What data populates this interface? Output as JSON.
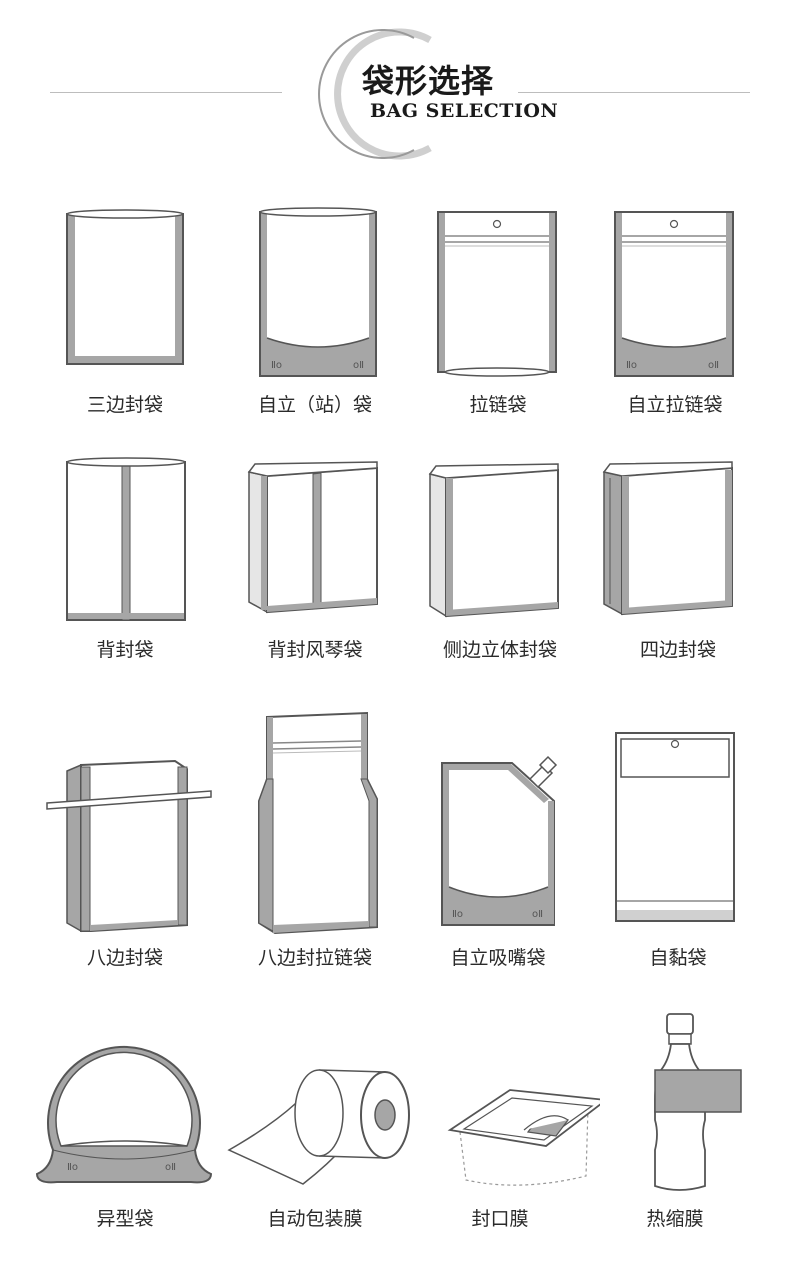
{
  "header": {
    "title_zh": "袋形选择",
    "title_en": "BAG SELECTION"
  },
  "colors": {
    "outline": "#555555",
    "seal": "#a6a6a6",
    "rule": "#bdbdbd"
  },
  "items": [
    {
      "label": "三边封袋",
      "icon": "three-side-seal-bag-icon"
    },
    {
      "label": "自立（站）袋",
      "icon": "stand-up-pouch-icon"
    },
    {
      "label": "拉链袋",
      "icon": "zipper-bag-icon"
    },
    {
      "label": "自立拉链袋",
      "icon": "stand-up-zipper-bag-icon"
    },
    {
      "label": "背封袋",
      "icon": "back-seal-bag-icon"
    },
    {
      "label": "背封风琴袋",
      "icon": "back-seal-gusset-bag-icon"
    },
    {
      "label": "侧边立体封袋",
      "icon": "side-gusset-bag-icon"
    },
    {
      "label": "四边封袋",
      "icon": "four-side-seal-bag-icon"
    },
    {
      "label": "八边封袋",
      "icon": "eight-side-seal-bag-icon"
    },
    {
      "label": "八边封拉链袋",
      "icon": "eight-side-zipper-bag-icon"
    },
    {
      "label": "自立吸嘴袋",
      "icon": "spout-pouch-icon"
    },
    {
      "label": "自黏袋",
      "icon": "self-adhesive-bag-icon"
    },
    {
      "label": "异型袋",
      "icon": "shaped-bag-icon"
    },
    {
      "label": "自动包装膜",
      "icon": "packaging-film-roll-icon"
    },
    {
      "label": "封口膜",
      "icon": "lidding-film-icon"
    },
    {
      "label": "热缩膜",
      "icon": "shrink-film-bottle-icon"
    }
  ]
}
